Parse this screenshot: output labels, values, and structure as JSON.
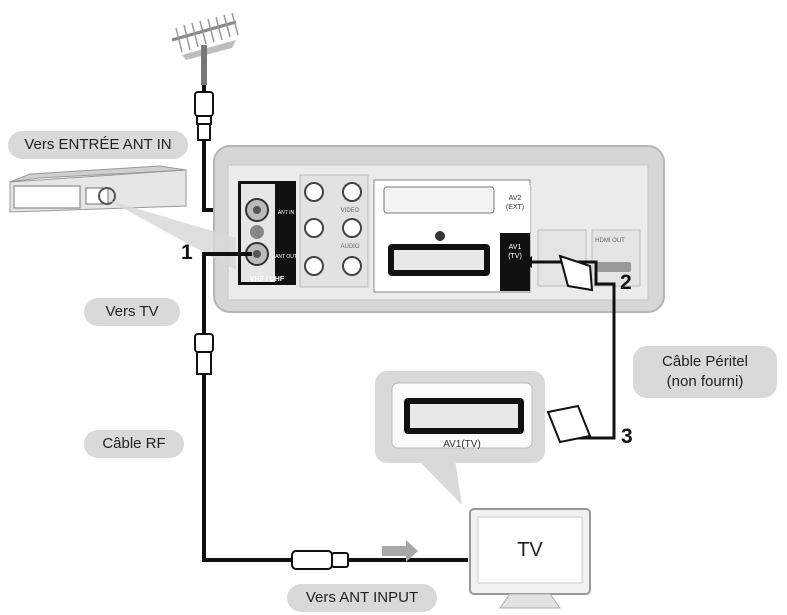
{
  "labels": {
    "ant_in": "Vers ENTRÉE ANT IN",
    "vers_tv": "Vers TV",
    "rf_cable": "Câble RF",
    "scart_cable_line1": "Câble Péritel",
    "scart_cable_line2": "(non fourni)",
    "ant_input": "Vers ANT INPUT",
    "tv_screen": "TV",
    "tv_port": "AV1(TV)"
  },
  "panel_text": {
    "vhf_uhf": "VHF / UHF",
    "ant_in": "ANT IN",
    "ant_out": "ANT OUT",
    "av2": "AV2",
    "ext": "(EXT)",
    "av1": "AV1",
    "tv": "(TV)",
    "audio": "AUDIO",
    "video": "VIDEO",
    "hdmi": "HDMI OUT"
  },
  "steps": [
    "1",
    "2",
    "3"
  ],
  "colors": {
    "cable": "#111111",
    "panel": "#d6d6d6",
    "pill": "#d9d9d9",
    "arrow": "#a8a8a8"
  }
}
